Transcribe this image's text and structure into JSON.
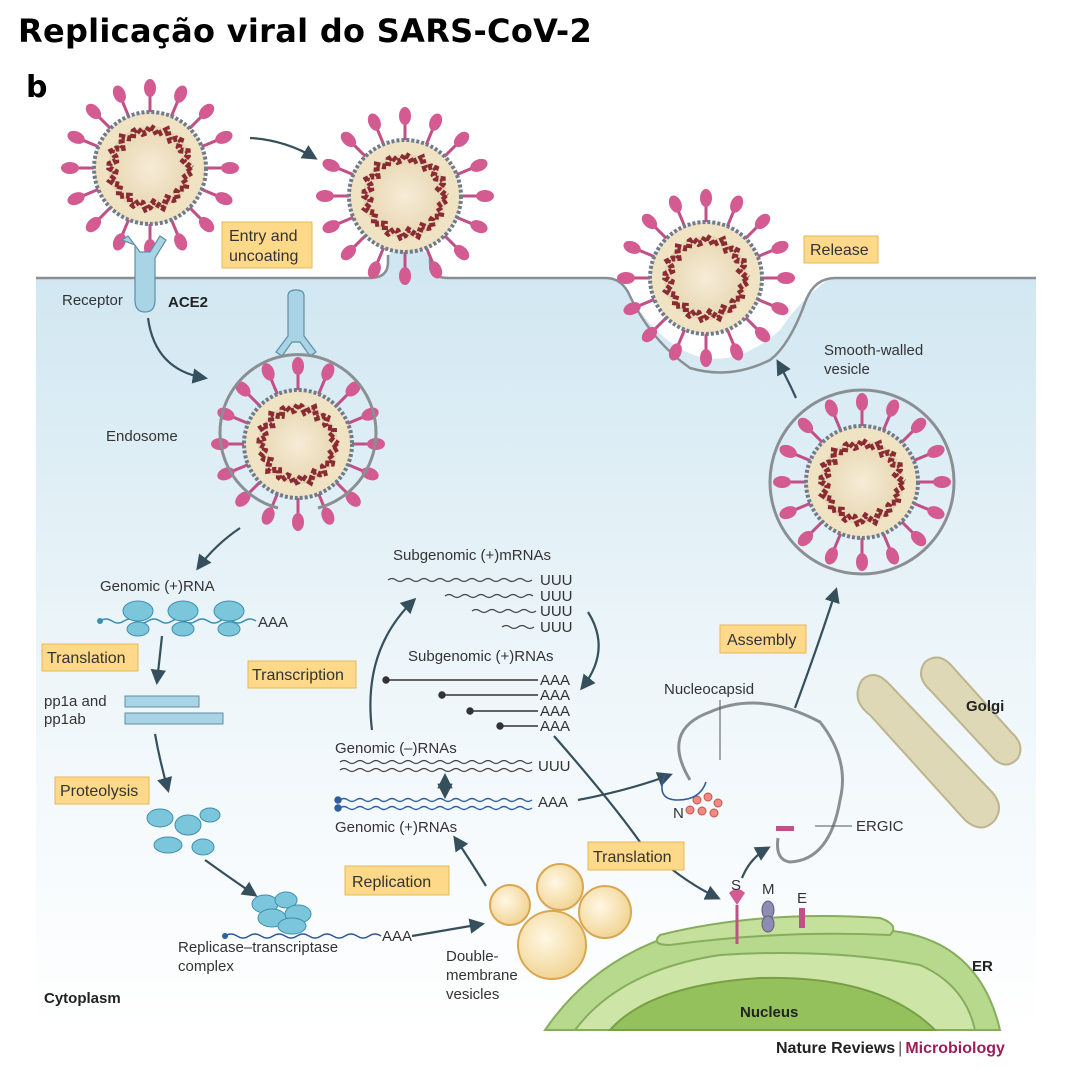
{
  "title": "Replicação viral do SARS-CoV-2",
  "panel_label": "b",
  "labels": {
    "entry": [
      "Entry and",
      "uncoating"
    ],
    "release": "Release",
    "receptor": "Receptor",
    "ace2": "ACE2",
    "endosome": "Endosome",
    "smooth_vesicle": [
      "Smooth-walled",
      "vesicle"
    ],
    "genomic_pos_rna": "Genomic (+)RNA",
    "aaa": "AAA",
    "uuu": "UUU",
    "translation": "Translation",
    "pp1a": "pp1a and",
    "pp1ab": "pp1ab",
    "proteolysis": "Proteolysis",
    "replicase": [
      "Replicase–transcriptase",
      "complex"
    ],
    "subgenomic_mrnas": "Subgenomic (+)mRNAs",
    "subgenomic_rnas": "Subgenomic (+)RNAs",
    "transcription": "Transcription",
    "genomic_neg_rnas": "Genomic (–)RNAs",
    "genomic_pos_rnas": "Genomic (+)RNAs",
    "replication": "Replication",
    "dmv": [
      "Double-",
      "membrane",
      "vesicles"
    ],
    "assembly": "Assembly",
    "nucleocapsid": "Nucleocapsid",
    "golgi": "Golgi",
    "ergic": "ERGIC",
    "n": "N",
    "s": "S",
    "m": "M",
    "e": "E",
    "er": "ER",
    "nucleus": "Nucleus",
    "cytoplasm": "Cytoplasm"
  },
  "credit": {
    "journal": "Nature Reviews",
    "section": "Microbiology"
  },
  "colors": {
    "cytoplasm_top": "#d6eaf3",
    "spike": "#d45a92",
    "envelope": "#efe3c4",
    "rna": "#8a2a33",
    "label_box": "#fdd989",
    "ribosome": "#7cc6dc",
    "er": "#a9cf7c",
    "nucleus": "#8fbf55",
    "golgi": "#ddd8b8",
    "arrow": "#35505c"
  }
}
